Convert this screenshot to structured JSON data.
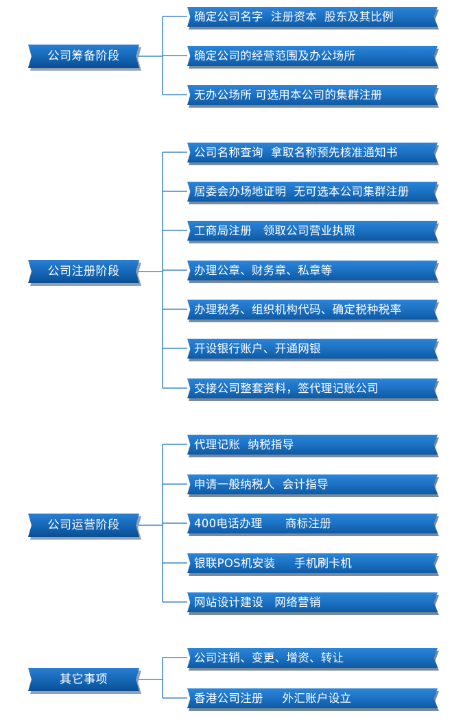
{
  "colors": {
    "banner": "#1a6fc0",
    "banner_light": "#2c85d8",
    "banner_dark": "#0f5aa3",
    "text": "#ffffff",
    "line": "#1a6fc0"
  },
  "groups": [
    {
      "stage": "公司筹备阶段",
      "items": [
        "确定公司名字  注册资本  股东及其比例",
        "确定公司的经营范围及办公场所",
        "无办公场所 可选用本公司的集群注册"
      ]
    },
    {
      "stage": "公司注册阶段",
      "items": [
        "公司名称查询  拿取名称预先核准通知书",
        "居委会办场地证明  无可选本公司集群注册",
        "工商局注册   领取公司营业执照",
        "办理公章、财务章、私章等",
        "办理税务、组织机构代码、确定税种税率",
        "开设银行账户、开通网银",
        "交接公司整套资料，签代理记账公司"
      ]
    },
    {
      "stage": "公司运营阶段",
      "items": [
        "代理记账  纳税指导",
        "申请一般纳税人  会计指导",
        "400电话办理      商标注册",
        "银联POS机安装     手机刷卡机",
        "网站设计建设   网络营销"
      ]
    },
    {
      "stage": "其它事项",
      "items": [
        "公司注销、变更、增资、转让",
        "香港公司注册     外汇账户设立"
      ]
    }
  ]
}
